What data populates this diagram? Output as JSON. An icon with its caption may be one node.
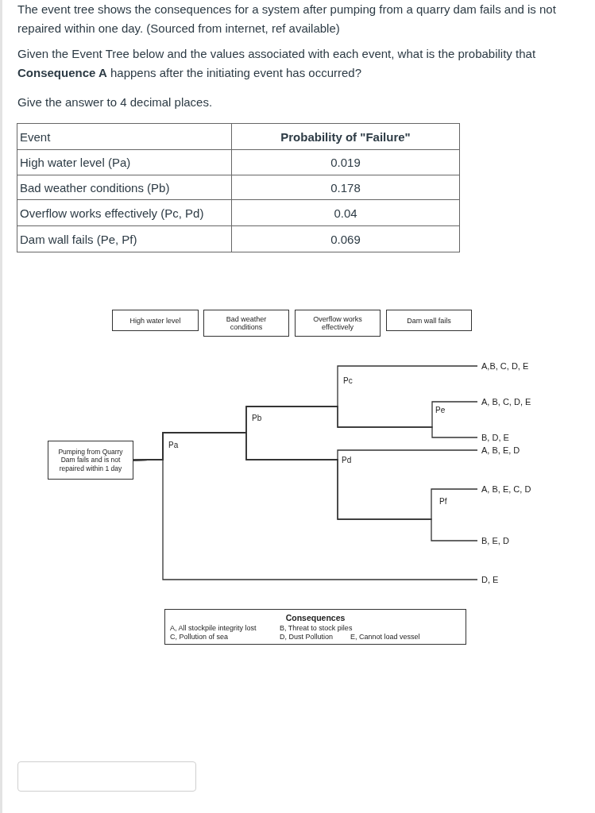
{
  "diagram": {
    "nodes": [
      {
        "text": [
          "High water level"
        ]
      },
      {
        "text": [
          "Bad weather conditions"
        ]
      },
      {
        "text": [
          "Overflow works effectively"
        ]
      },
      {
        "text": [
          "Dam wall fails"
        ]
      },
      {
        "text": [
          "Pumping from Quarry Dam fails and is not repaired within 1 day"
        ]
      },
      {
        "text": [
          "A,B, C, D, E"
        ]
      },
      {
        "text": [
          "A, B, C, D, E"
        ]
      },
      {
        "text": [
          "B, D, E"
        ]
      },
      {
        "text": [
          "A, B, E, D"
        ]
      },
      {
        "text": [
          "A, B, E, C, D"
        ]
      },
      {
        "text": [
          "B, E, D"
        ]
      },
      {
        "text": [
          "D, E"
        ]
      },
      {
        "text": [
          "Consequences",
          "A, All stockpile integrity lost",
          "B, Threat to stock piles",
          "C, Pollution of sea",
          "D, Dust Pollution",
          "E, Cannot load vessel"
        ]
      }
    ],
    "edges": [
      {
        "from": 4,
        "to": 5,
        "arrow": "none"
      },
      {
        "from": 4,
        "to": 6,
        "arrow": "none"
      },
      {
        "from": 4,
        "to": 7,
        "arrow": "none"
      },
      {
        "from": 4,
        "to": 8,
        "arrow": "none"
      },
      {
        "from": 4,
        "to": 9,
        "arrow": "none"
      },
      {
        "from": 4,
        "to": 10,
        "arrow": "none"
      },
      {
        "from": 4,
        "to": 11,
        "arrow": "none"
      }
    ],
    "labels": [
      "The event tree shows the consequences for a system after pumping from a quarry dam fails and is not repaired within one day. (Sourced from internet, ref available)",
      "Given the Event Tree below and the values associated with each event, what is the probability that **Consequence A** happens after the initiating event has occurred?",
      "Give the answer to 4 decimal places.",
      "Event",
      "Probability of \"Failure\"",
      "High water level (Pa)",
      "0.019",
      "Bad weather conditions (Pb)",
      "0.178",
      "Overflow works effectively (Pc, Pd)",
      "0.04",
      "Dam wall fails (Pe, Pf)",
      "0.069",
      "Pa",
      "Pb",
      "Pc",
      "Pd",
      "Pe",
      "Pf"
    ]
  }
}
